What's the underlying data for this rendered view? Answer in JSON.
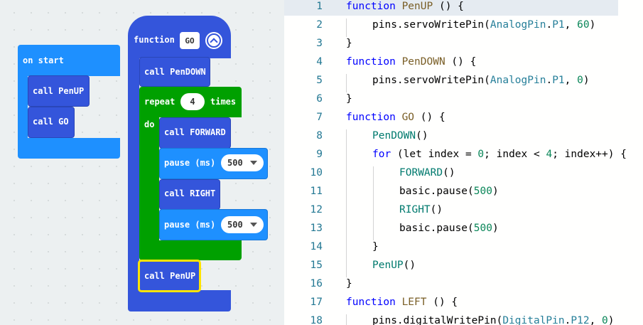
{
  "blocks": {
    "on_start": {
      "label": "on start",
      "calls": [
        "call PenUP",
        "call GO"
      ]
    },
    "function_go": {
      "keyword": "function",
      "name": "GO",
      "call_pendown": "call PenDOWN",
      "repeat": {
        "label": "repeat",
        "count": "4",
        "times": "times",
        "do": "do"
      },
      "call_forward": "call FORWARD",
      "pause1": {
        "label": "pause (ms)",
        "value": "500"
      },
      "call_right": "call RIGHT",
      "pause2": {
        "label": "pause (ms)",
        "value": "500"
      },
      "call_penup": "call PenUP"
    }
  },
  "editor": {
    "line_numbers": [
      "1",
      "2",
      "3",
      "4",
      "5",
      "6",
      "7",
      "8",
      "9",
      "10",
      "11",
      "12",
      "13",
      "14",
      "15",
      "16",
      "17",
      "18"
    ],
    "current_line": "1"
  },
  "code_tokens": {
    "function": "function",
    "PenUP": "PenUP",
    "PenDOWN": "PenDOWN",
    "GO": "GO",
    "LEFT": "LEFT",
    "parens_open": " () {",
    "close": "}",
    "pins_servo": "pins.servoWritePin(",
    "pins_digital": "pins.digitalWritePin(",
    "AnalogPin": "AnalogPin",
    "DigitalPin": "DigitalPin",
    "dot": ".",
    "P1": "P1",
    "P12": "P12",
    "comma": ", ",
    "n60": "60",
    "n0": "0",
    "n4": "4",
    "n500": "500",
    "end_call": ")",
    "call_empty": "()",
    "for": "for",
    "for_head1": " (let index = ",
    "for_head2": "; index < ",
    "for_head3": "; index++) {",
    "FORWARD": "FORWARD",
    "RIGHT": "RIGHT",
    "basic_pause": "basic.pause(",
    "PenDOWN_call": "PenDOWN",
    "PenUP_call": "PenUP"
  },
  "colors": {
    "event_blue": "#1e90ff",
    "function_blue": "#3455db",
    "loop_green": "#00a000",
    "selection_yellow": "#ffe400",
    "line_highlight": "#e5ebf1"
  }
}
